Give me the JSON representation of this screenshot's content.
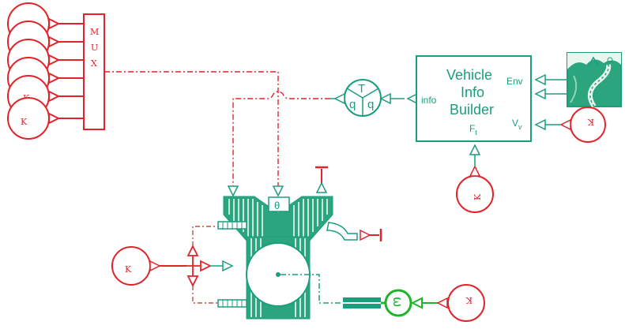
{
  "colors": {
    "red": "#e0242a",
    "teal": "#1a9e7d",
    "green": "#1fb52a",
    "panel_fill": "#ffffff"
  },
  "mux": {
    "letters": [
      "M",
      "U",
      "X"
    ]
  },
  "vehicle_info_builder": {
    "title_lines": [
      "Vehicle",
      "Info",
      "Builder"
    ],
    "ports": {
      "env": "Env",
      "vv_main": "V",
      "vv_sub": "v",
      "ft_main": "F",
      "ft_sub": "t",
      "info": "info"
    }
  },
  "split_block": {
    "top": "T",
    "left": "q",
    "right": "q"
  },
  "engine_sensor": {
    "symbol": "θ"
  },
  "motor": {
    "symbol": "ω"
  },
  "constant_blocks": {
    "symbol": "K"
  },
  "icons": [
    "constant-icon",
    "mux-icon",
    "split-icon",
    "road-environment-icon",
    "engine-icon",
    "motor-icon",
    "port-icon"
  ]
}
